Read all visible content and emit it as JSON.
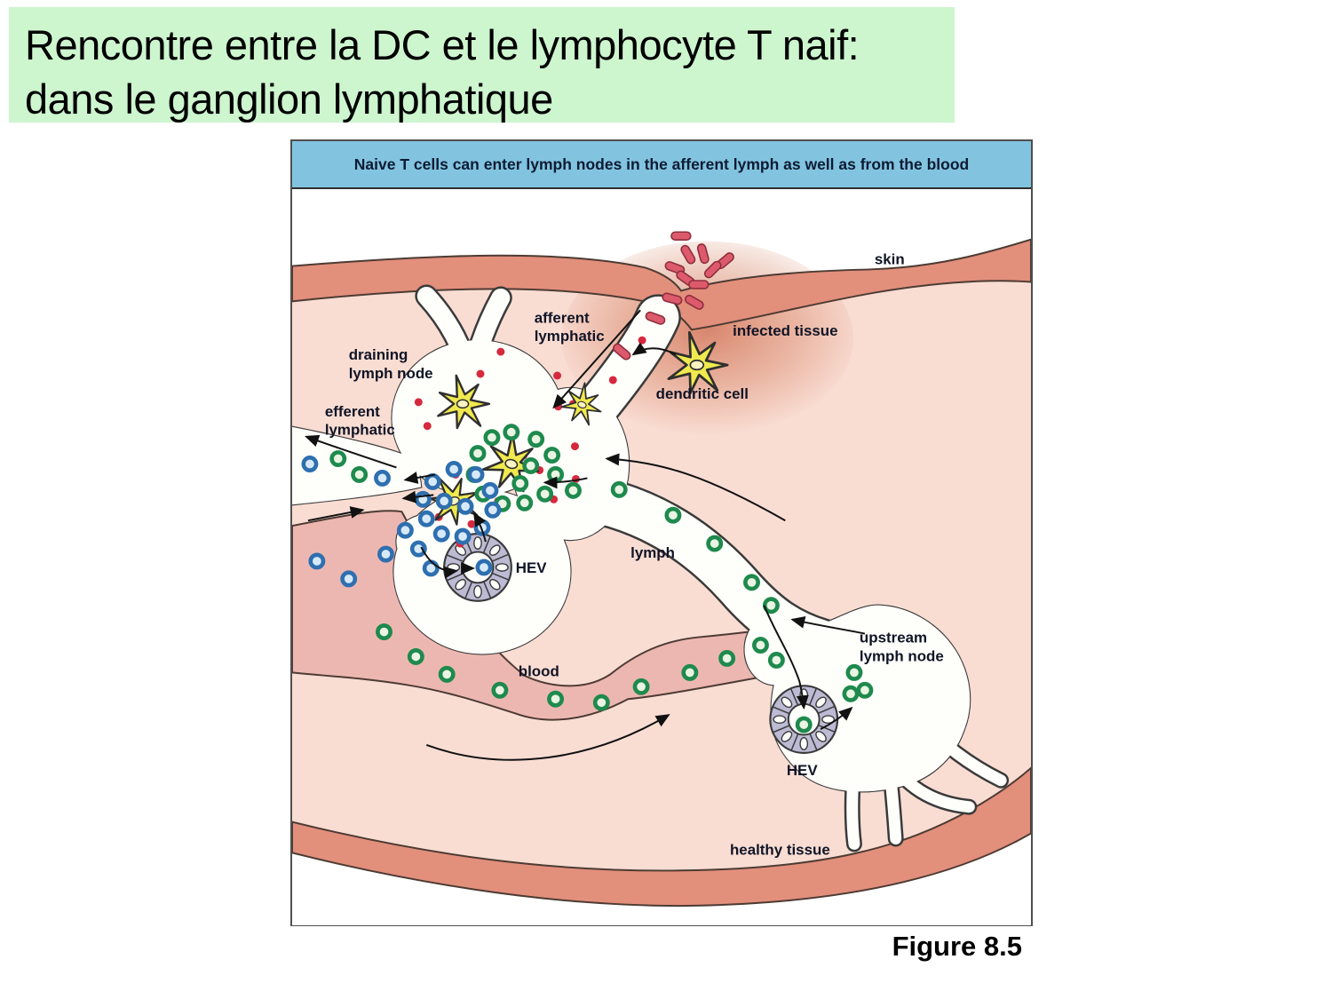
{
  "slide": {
    "title_line1": "Rencontre entre la DC et le lymphocyte T naif:",
    "title_line2": "dans le ganglion lymphatique",
    "caption": "Figure 8.5",
    "title_bg": "#CDF5CE"
  },
  "figure": {
    "header": "Naive T cells can enter lymph nodes in the afferent lymph as well as from the blood",
    "header_bg": "#82C4E0",
    "labels": {
      "skin": "skin",
      "afferent1": "afferent",
      "afferent2": "lymphatic",
      "draining1": "draining",
      "draining2": "lymph node",
      "efferent1": "efferent",
      "efferent2": "lymphatic",
      "infected": "infected tissue",
      "dendritic": "dendritic cell",
      "hev_draining": "HEV",
      "lymph": "lymph",
      "blood": "blood",
      "upstream1": "upstream",
      "upstream2": "lymph node",
      "hev_upstream": "HEV",
      "healthy": "healthy tissue"
    },
    "colors": {
      "skin_band": "#E28F7C",
      "tissue": "#F9DDD3",
      "blood_vessel": "#EDB7B1",
      "node_white": "#FEFEFA",
      "hev_wall": "#BDBAD4",
      "t_cell_green": "#1E8A4D",
      "t_cell_blue": "#2E6FB0",
      "bacteria_red": "#DC5A6C",
      "dendritic_yellow": "#F0E94F",
      "antigen_red": "#D6293E",
      "infection_glow": "#C44F2E"
    }
  }
}
